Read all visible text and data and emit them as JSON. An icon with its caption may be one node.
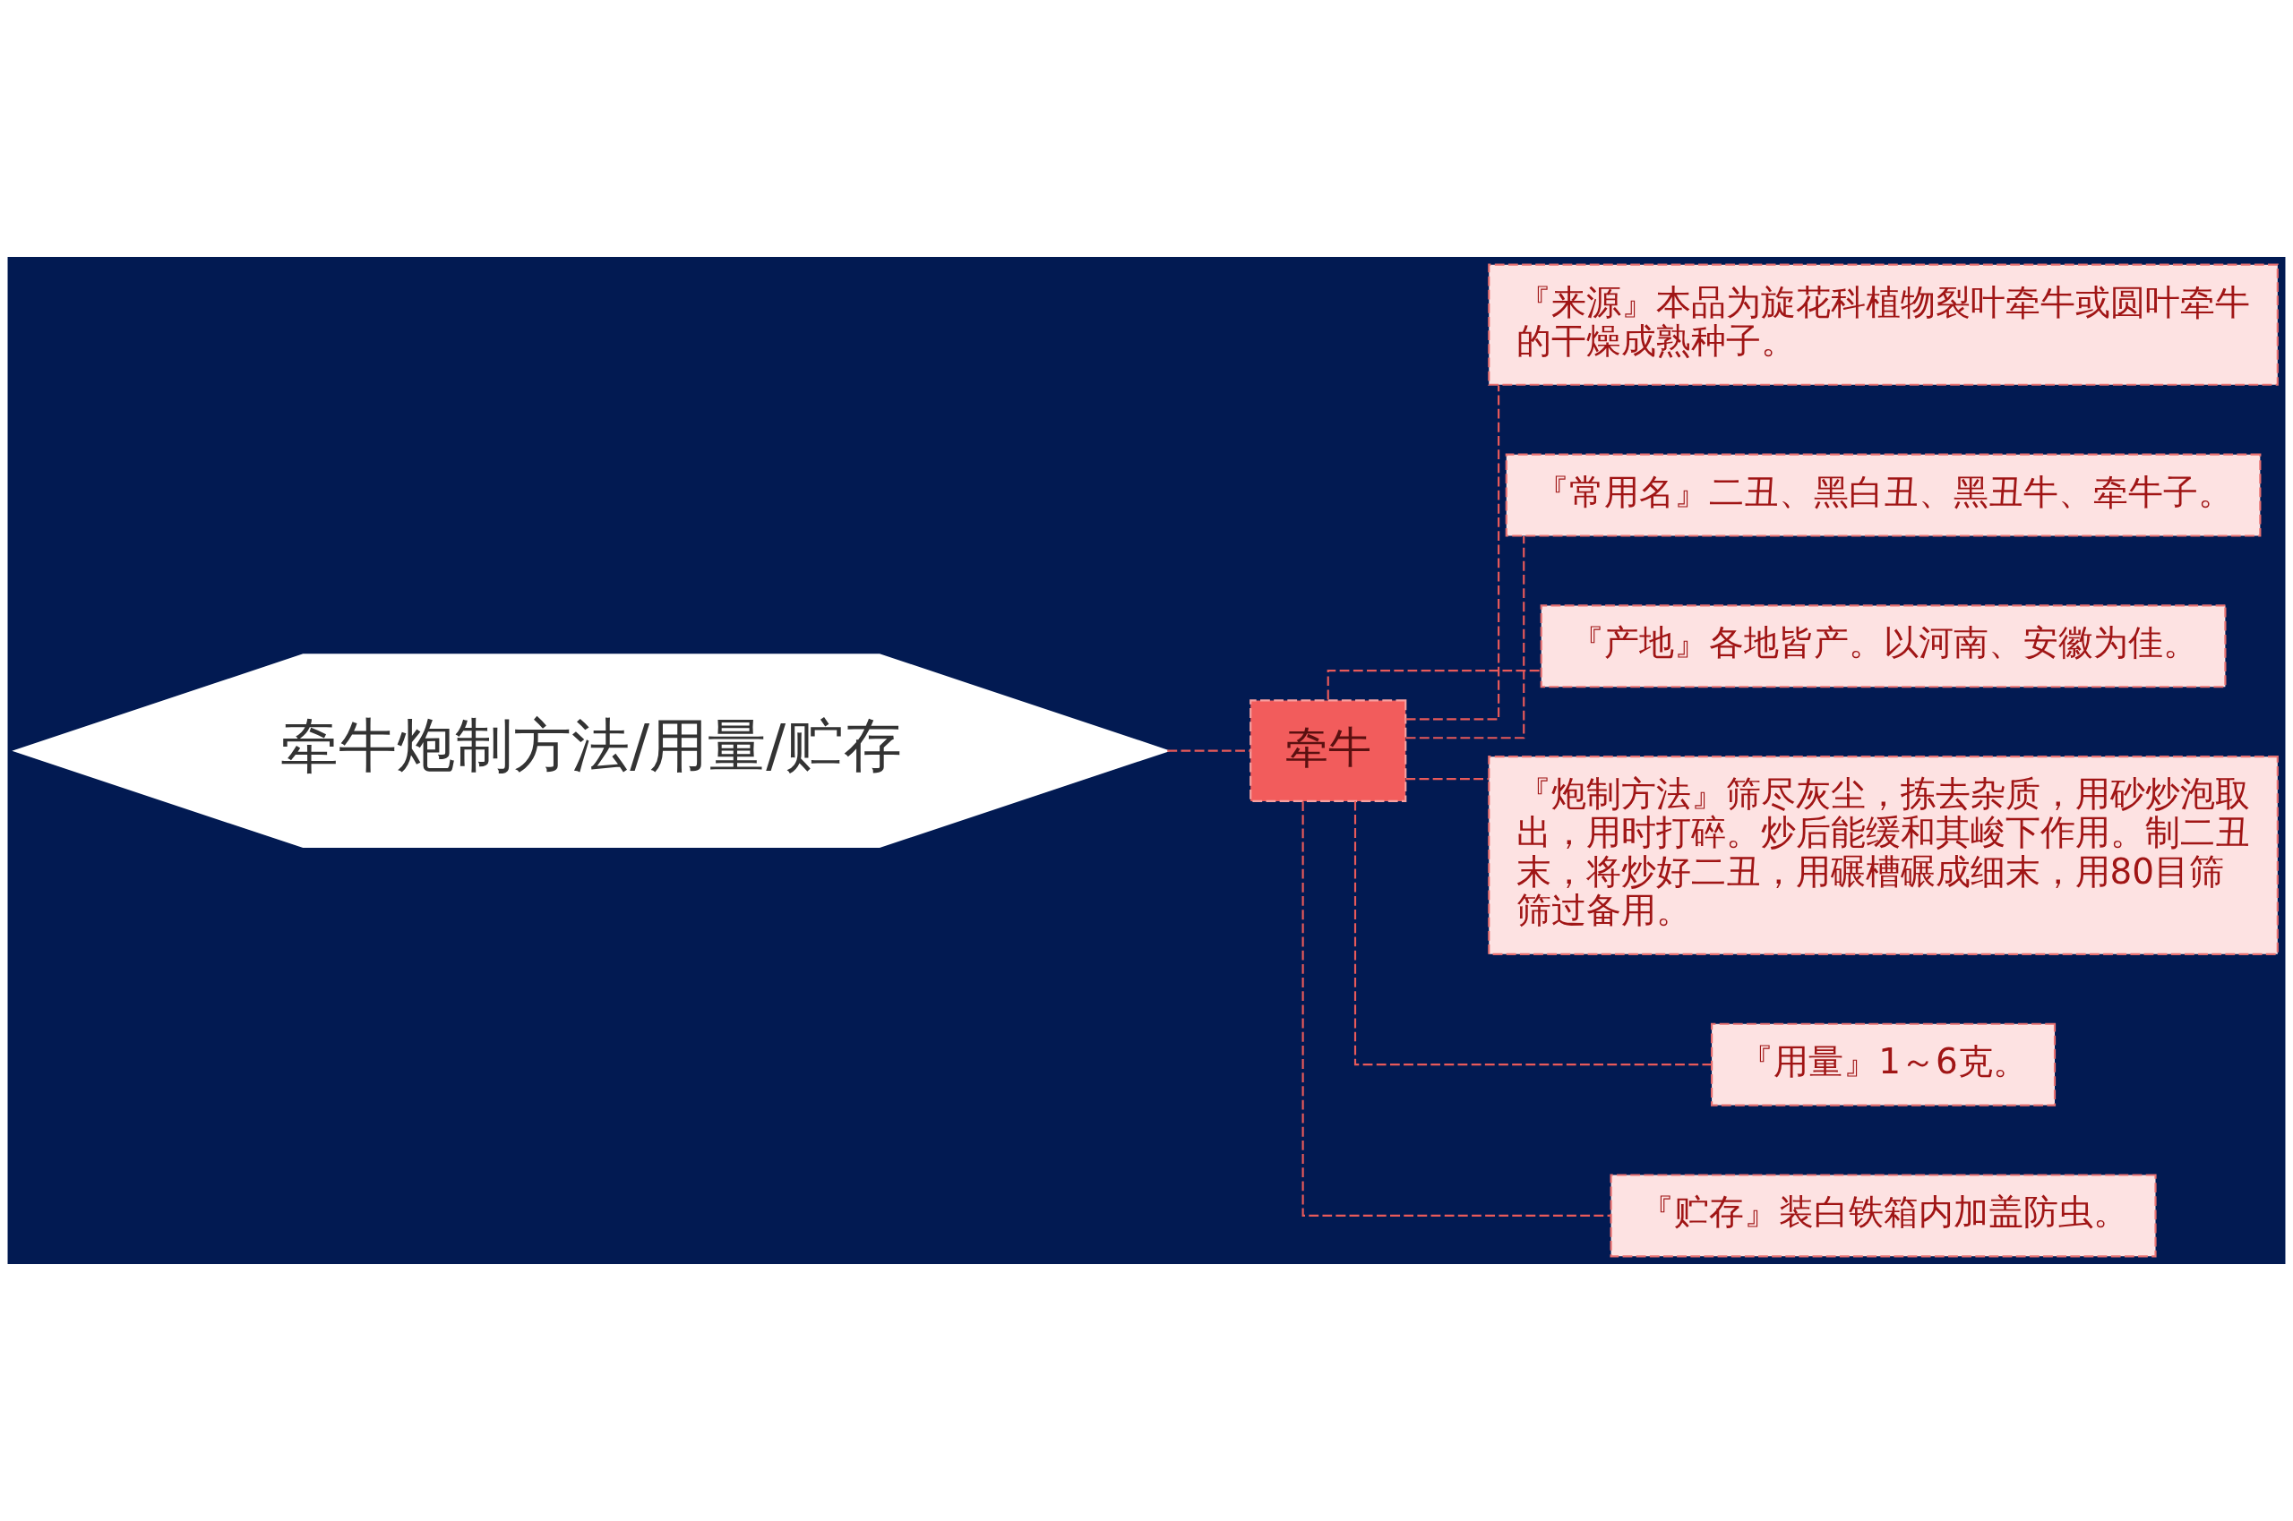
{
  "diagram": {
    "nodes": [
      {
        "text": [
          "牵牛炮制方法/用量/贮存"
        ]
      },
      {
        "text": [
          "牵牛"
        ]
      },
      {
        "text": [
          "『来源』本品为旋花科植物裂叶牵牛或圆叶牵牛的干燥成熟种子。"
        ]
      },
      {
        "text": [
          "『常用名』二丑、黑白丑、黑丑牛、牵牛子。"
        ]
      },
      {
        "text": [
          "『产地』各地皆产。以河南、安徽为佳。"
        ]
      },
      {
        "text": [
          "『炮制方法』筛尽灰尘，拣去杂质，用砂炒泡取出，用时打碎。炒后能缓和其峻下作用。制二丑末，将炒好二丑，用碾槽碾成细末，用80目筛筛过备用。"
        ]
      },
      {
        "text": [
          "『用量』1～6克。"
        ]
      },
      {
        "text": [
          "『贮存』装白铁箱内加盖防虫。"
        ]
      }
    ],
    "edges": [
      {
        "from": 0,
        "to": 1,
        "arrow": "none",
        "style": "dashed"
      },
      {
        "from": 1,
        "to": 2,
        "arrow": "none",
        "style": "dashed"
      },
      {
        "from": 1,
        "to": 3,
        "arrow": "none",
        "style": "dashed"
      },
      {
        "from": 1,
        "to": 4,
        "arrow": "none",
        "style": "dashed"
      },
      {
        "from": 1,
        "to": 5,
        "arrow": "none",
        "style": "dashed"
      },
      {
        "from": 1,
        "to": 6,
        "arrow": "none",
        "style": "dashed"
      },
      {
        "from": 1,
        "to": 7,
        "arrow": "none",
        "style": "dashed"
      }
    ]
  }
}
